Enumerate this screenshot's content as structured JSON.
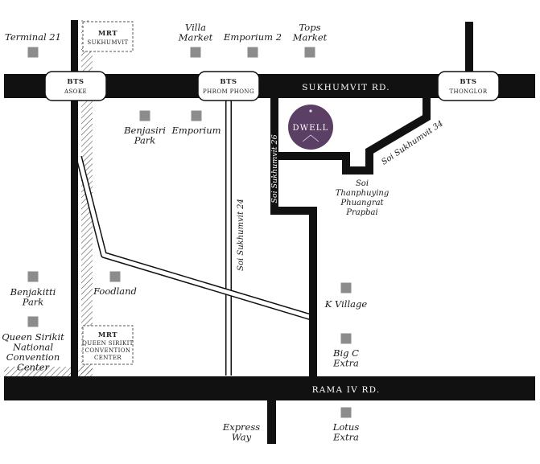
{
  "roads": {
    "sukhumvit": "SUKHUMVIT RD.",
    "rama4": "RAMA IV RD.",
    "soi24": "Soi Sukhumvit 24",
    "soi26": "Soi Sukhumvit 26",
    "soi34": "Soi Sukhumvit 34",
    "soi_thanphuying": [
      "Soi",
      "Thanphuying",
      "Phuangrat",
      "Prapbai"
    ]
  },
  "stations": {
    "bts_asoke": {
      "line": "BTS",
      "name": "ASOKE"
    },
    "bts_phrom_phong": {
      "line": "BTS",
      "name": "PHROM PHONG"
    },
    "bts_thonglor": {
      "line": "BTS",
      "name": "THONGLOR"
    },
    "mrt_sukhumvit": {
      "line": "MRT",
      "name": "SUKHUMVIT"
    },
    "mrt_qsncc": {
      "line": "MRT",
      "name": [
        "QUEEN SIRIKIT",
        "CONVENTION",
        "CENTER"
      ]
    }
  },
  "landmarks": {
    "terminal21": [
      "Terminal 21"
    ],
    "villa_market": [
      "Villa",
      "Market"
    ],
    "emporium2": [
      "Emporium 2"
    ],
    "tops_market": [
      "Tops",
      "Market"
    ],
    "benjasiri_park": [
      "Benjasiri",
      "Park"
    ],
    "emporium": [
      "Emporium"
    ],
    "benjakitti_park": [
      "Benjakitti",
      "Park"
    ],
    "foodland": [
      "Foodland"
    ],
    "qsncc": [
      "Queen Sirikit",
      "National",
      "Convention",
      "Center"
    ],
    "k_village": [
      "K Village"
    ],
    "big_c": [
      "Big C",
      "Extra"
    ],
    "express_way": [
      "Express",
      "Way"
    ],
    "lotus": [
      "Lotus",
      "Extra"
    ]
  },
  "logo": {
    "text": "DWELL",
    "color": "#5b3f64"
  },
  "colors": {
    "road": "#111111",
    "marker": "#8c8c8c",
    "logo": "#5b3f64",
    "background": "#ffffff"
  }
}
